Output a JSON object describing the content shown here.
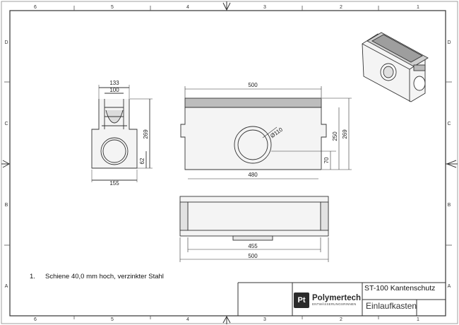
{
  "sheet": {
    "columns": [
      "6",
      "5",
      "4",
      "3",
      "2",
      "1"
    ],
    "rows": [
      "D",
      "C",
      "B",
      "A"
    ]
  },
  "note": {
    "number": "1.",
    "text": "Schiene 40,0 mm hoch, verzinkter Stahl"
  },
  "title_block": {
    "company": "Polymertech",
    "company_sub": "ENTWÄSSERUNGSRINNEN",
    "logo_mark": "Pt",
    "product": "ST-100 Kantenschutz",
    "part": "Einlaufkasten"
  },
  "dimensions": {
    "side_top_outer": "133",
    "side_top_inner": "100",
    "side_height": "269",
    "side_offset": "62",
    "side_width": "155",
    "front_top_width": "500",
    "front_pipe_diameter": "Ø110",
    "front_inner_height": "250",
    "front_total_height": "269",
    "front_pipe_height": "70",
    "front_bottom_width": "480",
    "plan_inner_width": "455",
    "plan_outer_width": "500"
  },
  "colors": {
    "line": "#333333",
    "grate_fill": "#bdbdbd",
    "body_fill": "#f2f2f2"
  }
}
